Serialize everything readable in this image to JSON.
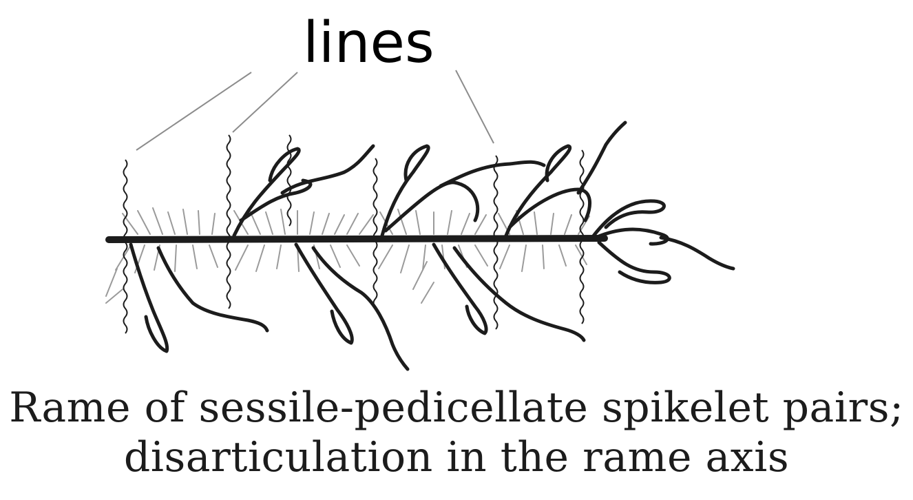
{
  "annotation": {
    "label": "lines"
  },
  "caption": {
    "line1": "Rame of sessile-pedicellate spikelet pairs;",
    "line2": "disarticulation in the rame axis"
  },
  "colors": {
    "ink": "#1c1c1c",
    "hair": "#9a9a9a",
    "leader": "#8c8c8c"
  },
  "icons": [
    "rame-illustration",
    "disarticulation-line"
  ]
}
